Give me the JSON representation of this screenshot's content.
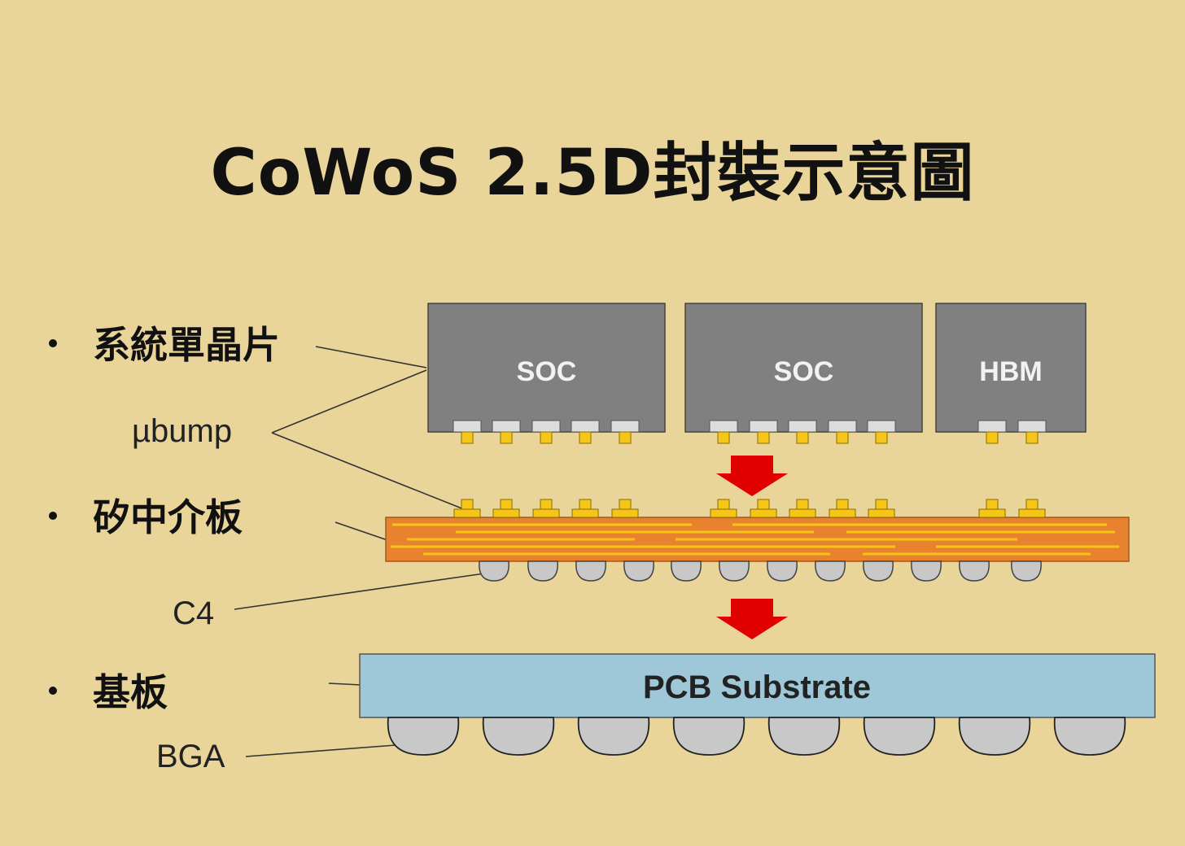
{
  "title": "CoWoS 2.5D封裝示意圖",
  "labels": {
    "soc_chip": "系統單晶片",
    "ubump": "µbump",
    "interposer": "矽中介板",
    "c4": "C4",
    "substrate": "基板",
    "bga": "BGA"
  },
  "chips": [
    {
      "name": "SOC",
      "bumps": 5
    },
    {
      "name": "SOC",
      "bumps": 5
    },
    {
      "name": "HBM",
      "bumps": 2
    }
  ],
  "pcb_label": "PCB Substrate",
  "colors": {
    "background": "#e9d49a",
    "chip": "#808080",
    "interposer": "#e8822e",
    "interposer_trace": "#f5c518",
    "substrate": "#9ec8d8",
    "solder": "#c8c8c8",
    "arrow": "#e00000"
  }
}
